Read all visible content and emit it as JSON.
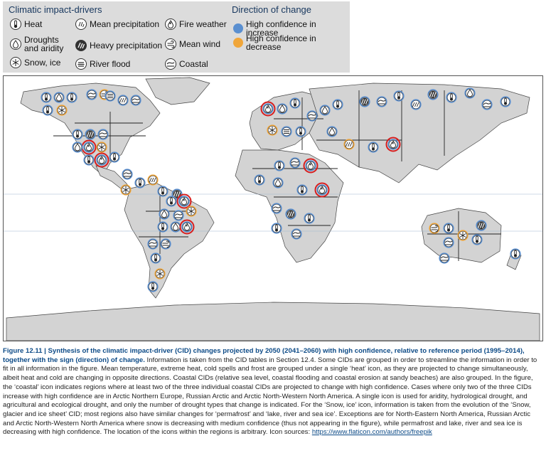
{
  "legend": {
    "drivers_title": "Climatic impact-drivers",
    "direction_title": "Direction of change",
    "drivers": [
      {
        "key": "heat",
        "label": "Heat",
        "icon": "thermometer-icon"
      },
      {
        "key": "drought",
        "label": "Droughts and aridity",
        "icon": "drought-icon"
      },
      {
        "key": "snow",
        "label": "Snow, ice",
        "icon": "snowflake-icon"
      },
      {
        "key": "meanprecip",
        "label": "Mean precipitation",
        "icon": "mean-precipitation-icon"
      },
      {
        "key": "heavyprecip",
        "label": "Heavy precipitation",
        "icon": "heavy-precipitation-icon"
      },
      {
        "key": "flood",
        "label": "River flood",
        "icon": "river-flood-icon"
      },
      {
        "key": "fire",
        "label": "Fire weather",
        "icon": "flame-icon"
      },
      {
        "key": "wind",
        "label": "Mean wind",
        "icon": "wind-icon"
      },
      {
        "key": "coastal",
        "label": "Coastal",
        "icon": "coastal-wave-icon"
      }
    ],
    "directions": [
      {
        "label": "High confidence in increase",
        "color": "#5a8fd0"
      },
      {
        "label": "High confidence in decrease",
        "color": "#f0a63a"
      }
    ]
  },
  "colors": {
    "increase": "#5a8fd0",
    "decrease": "#f0a63a",
    "land": "#d3d3d3",
    "border": "#333333",
    "highlight": "#d81e1e",
    "title_blue": "#0d4b87"
  },
  "caption": {
    "title": "Figure 12.11 | Synthesis of the climatic impact-driver (CID) changes projected by 2050 (2041–2060) with high confidence, relative to reference period (1995–2014), together with the sign (direction) of change.",
    "body": "Information is taken from the CID tables in Section 12.4. Some CIDs are grouped in order to streamline the information in order to fit in all information in the figure. Mean temperature, extreme heat, cold spells and frost are grouped under a single ‘heat’ icon, as they are projected to change simultaneously, albeit heat and cold are changing in opposite directions. Coastal CIDs (relative sea level, coastal flooding and coastal erosion at sandy beaches) are also grouped. In the figure, the ‘coastal’ icon indicates regions where at least two of the three individual coastal CIDs are projected to change with high confidence. Cases where only two of the three CIDs increase with high confidence are in Arctic Northern Europe, Russian Arctic and Arctic North-Western North America. A single icon is used for aridity, hydrological drought, and agricultural and ecological drought, and only the number of drought types that change is indicated. For the ‘Snow, ice’ icon, information is taken from the evolution of the ‘Snow, glacier and ice sheet’ CID; most regions also have similar changes for ‘permafrost’ and ‘lake, river and sea ice’. Exceptions are for North-Eastern North America, Russian Arctic and Arctic North-Western North America where snow is decreasing with medium confidence (thus not appearing in the figure), while permafrost and lake, river and sea ice is decreasing with high confidence. The location of the icons within the regions is arbitrary. Icon sources:",
    "link": "https://www.flaticon.com/authors/freepik"
  },
  "map": {
    "icons": [
      {
        "t": "heat",
        "d": "inc"
      },
      {
        "t": "drought",
        "d": "inc"
      },
      {
        "t": "heat",
        "d": "inc"
      },
      {
        "t": "coastal",
        "d": "inc"
      },
      {
        "t": "wind",
        "d": "dec"
      },
      {
        "t": "heat",
        "d": "inc"
      },
      {
        "t": "snow",
        "d": "dec"
      },
      {
        "t": "meanprecip",
        "d": "inc"
      },
      {
        "t": "coastal",
        "d": "inc"
      },
      {
        "t": "flood",
        "d": "inc"
      },
      {
        "t": "heat",
        "d": "inc"
      },
      {
        "t": "heavyprecip",
        "d": "inc"
      },
      {
        "t": "coastal",
        "d": "inc"
      },
      {
        "t": "fire",
        "d": "inc",
        "h": true
      },
      {
        "t": "snow",
        "d": "dec"
      },
      {
        "t": "drought",
        "d": "inc"
      },
      {
        "t": "heat",
        "d": "inc"
      },
      {
        "t": "fire",
        "d": "inc",
        "h": true
      },
      {
        "t": "heat",
        "d": "inc"
      },
      {
        "t": "coastal",
        "d": "inc"
      },
      {
        "t": "heat",
        "d": "inc"
      },
      {
        "t": "meanprecip",
        "d": "dec"
      },
      {
        "t": "snow",
        "d": "dec"
      },
      {
        "t": "heat",
        "d": "inc"
      },
      {
        "t": "heavyprecip",
        "d": "inc"
      },
      {
        "t": "heat",
        "d": "inc"
      },
      {
        "t": "fire",
        "d": "inc",
        "h": true
      },
      {
        "t": "drought",
        "d": "inc"
      },
      {
        "t": "coastal",
        "d": "inc"
      },
      {
        "t": "snow",
        "d": "dec"
      },
      {
        "t": "heat",
        "d": "inc"
      },
      {
        "t": "drought",
        "d": "inc"
      },
      {
        "t": "fire",
        "d": "inc",
        "h": true
      },
      {
        "t": "coastal",
        "d": "inc"
      },
      {
        "t": "wind",
        "d": "inc"
      },
      {
        "t": "heat",
        "d": "inc"
      },
      {
        "t": "snow",
        "d": "dec"
      },
      {
        "t": "heat",
        "d": "inc"
      },
      {
        "t": "fire",
        "d": "inc",
        "h": true
      },
      {
        "t": "drought",
        "d": "inc"
      },
      {
        "t": "heat",
        "d": "inc"
      },
      {
        "t": "coastal",
        "d": "inc"
      },
      {
        "t": "drought",
        "d": "inc"
      },
      {
        "t": "heat",
        "d": "inc"
      },
      {
        "t": "heavyprecip",
        "d": "inc"
      },
      {
        "t": "coastal",
        "d": "inc"
      },
      {
        "t": "heat",
        "d": "inc"
      },
      {
        "t": "meanprecip",
        "d": "inc"
      },
      {
        "t": "heavyprecip",
        "d": "inc"
      },
      {
        "t": "heat",
        "d": "inc"
      },
      {
        "t": "drought",
        "d": "inc"
      },
      {
        "t": "coastal",
        "d": "inc"
      },
      {
        "t": "heat",
        "d": "inc"
      },
      {
        "t": "snow",
        "d": "dec"
      },
      {
        "t": "flood",
        "d": "inc"
      },
      {
        "t": "heat",
        "d": "inc"
      },
      {
        "t": "drought",
        "d": "inc"
      },
      {
        "t": "meanprecip",
        "d": "dec"
      },
      {
        "t": "heat",
        "d": "inc"
      },
      {
        "t": "fire",
        "d": "inc",
        "h": true
      },
      {
        "t": "heat",
        "d": "inc"
      },
      {
        "t": "coastal",
        "d": "inc"
      },
      {
        "t": "fire",
        "d": "inc",
        "h": true
      },
      {
        "t": "heat",
        "d": "inc"
      },
      {
        "t": "drought",
        "d": "inc"
      },
      {
        "t": "heat",
        "d": "inc"
      },
      {
        "t": "fire",
        "d": "inc",
        "h": true
      },
      {
        "t": "coastal",
        "d": "inc"
      },
      {
        "t": "heavyprecip",
        "d": "inc"
      },
      {
        "t": "heat",
        "d": "inc"
      },
      {
        "t": "coastal",
        "d": "inc"
      },
      {
        "t": "heat",
        "d": "inc"
      },
      {
        "t": "wind",
        "d": "dec"
      },
      {
        "t": "heat",
        "d": "inc"
      },
      {
        "t": "snow",
        "d": "dec"
      },
      {
        "t": "heat",
        "d": "inc"
      },
      {
        "t": "coastal",
        "d": "inc"
      },
      {
        "t": "heavyprecip",
        "d": "inc"
      },
      {
        "t": "heat",
        "d": "inc"
      },
      {
        "t": "coastal",
        "d": "inc"
      }
    ]
  }
}
